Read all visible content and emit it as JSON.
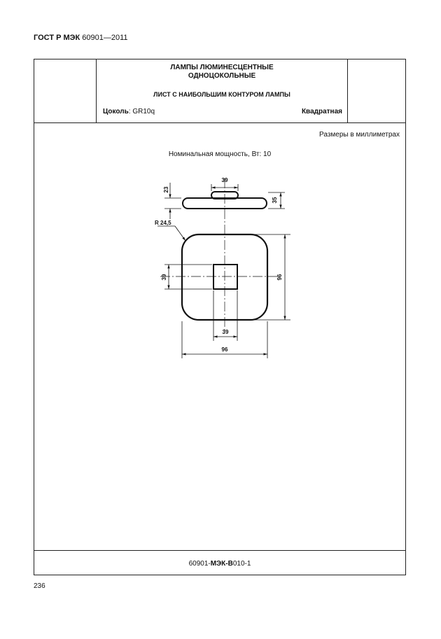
{
  "header": {
    "standard_prefix": "ГОСТ Р МЭК",
    "standard_number": "60901—2011"
  },
  "sheet": {
    "title_line1": "ЛАМПЫ ЛЮМИНЕСЦЕНТНЫЕ",
    "title_line2": "ОДНОЦОКОЛЬНЫЕ",
    "subtitle": "ЛИСТ С НАИБОЛЬШИМ КОНТУРОМ ЛАМПЫ",
    "base_label": "Цоколь",
    "base_value": ": GR10q",
    "shape": "Квадратная",
    "units_note": "Размеры в миллиметрах",
    "power_note": "Номинальная мощность, Вт: 10"
  },
  "drawing": {
    "dim_top_width": "39",
    "dim_thickness": "23",
    "dim_height_side": "35",
    "radius": "R 24,5",
    "dim_square_height": "39",
    "dim_overall_height": "96",
    "dim_square_width": "39",
    "dim_overall_width": "96"
  },
  "footer": {
    "code_prefix": "60901-",
    "code_mid": "МЭК-В",
    "code_suffix": "010-1"
  },
  "page": {
    "number": "236"
  }
}
